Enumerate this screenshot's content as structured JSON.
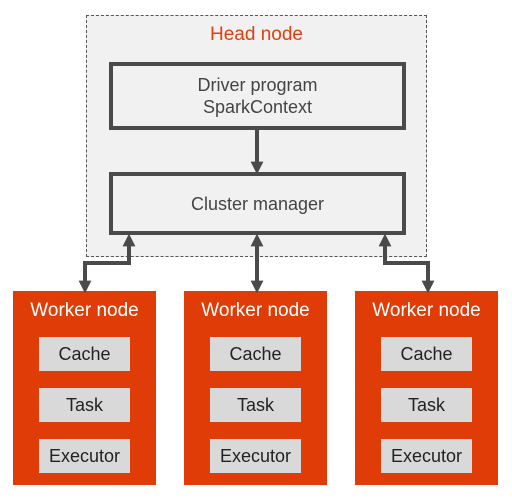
{
  "head_node": {
    "title": "Head node",
    "driver_line1": "Driver program",
    "driver_line2": "SparkContext",
    "cluster_manager": "Cluster manager"
  },
  "workers": [
    {
      "title": "Worker node",
      "cache": "Cache",
      "task": "Task",
      "executor": "Executor"
    },
    {
      "title": "Worker node",
      "cache": "Cache",
      "task": "Task",
      "executor": "Executor"
    },
    {
      "title": "Worker node",
      "cache": "Cache",
      "task": "Task",
      "executor": "Executor"
    }
  ],
  "colors": {
    "accent": "#e03c08",
    "head_title": "#e0400a",
    "box_border": "#4a4a4a",
    "box_fill": "#f1f1f1",
    "worker_item": "#d9d9d9",
    "arrow": "#4a4a4a"
  }
}
